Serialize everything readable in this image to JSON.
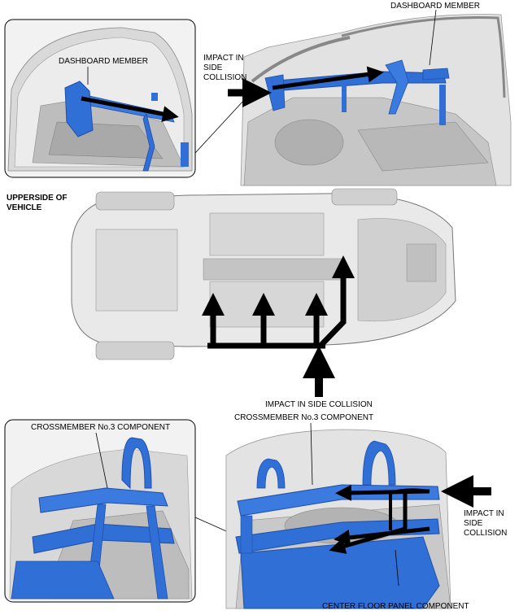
{
  "labels": {
    "dashboard_member_inset": "DASHBOARD MEMBER",
    "dashboard_member_main": "DASHBOARD MEMBER",
    "impact_top_1": "IMPACT IN",
    "impact_top_2": "SIDE",
    "impact_top_3": "COLLISION",
    "upperside_1": "UPPERSIDE OF",
    "upperside_2": "VEHICLE",
    "impact_middle": "IMPACT IN SIDE COLLISION",
    "crossmember_inset": "CROSSMEMBER No.3 COMPONENT",
    "crossmember_main": "CROSSMEMBER No.3 COMPONENT",
    "impact_bottom_1": "IMPACT IN",
    "impact_bottom_2": "SIDE",
    "impact_bottom_3": "COLLISION",
    "center_floor": "CENTER FLOOR PANEL COMPONENT"
  },
  "colors": {
    "component_blue": "#2f6fd6",
    "component_blue_dark": "#1f4fa8",
    "body_gray": "#c8c8c8",
    "body_light": "#e6e6e6",
    "arrow": "#000000"
  }
}
